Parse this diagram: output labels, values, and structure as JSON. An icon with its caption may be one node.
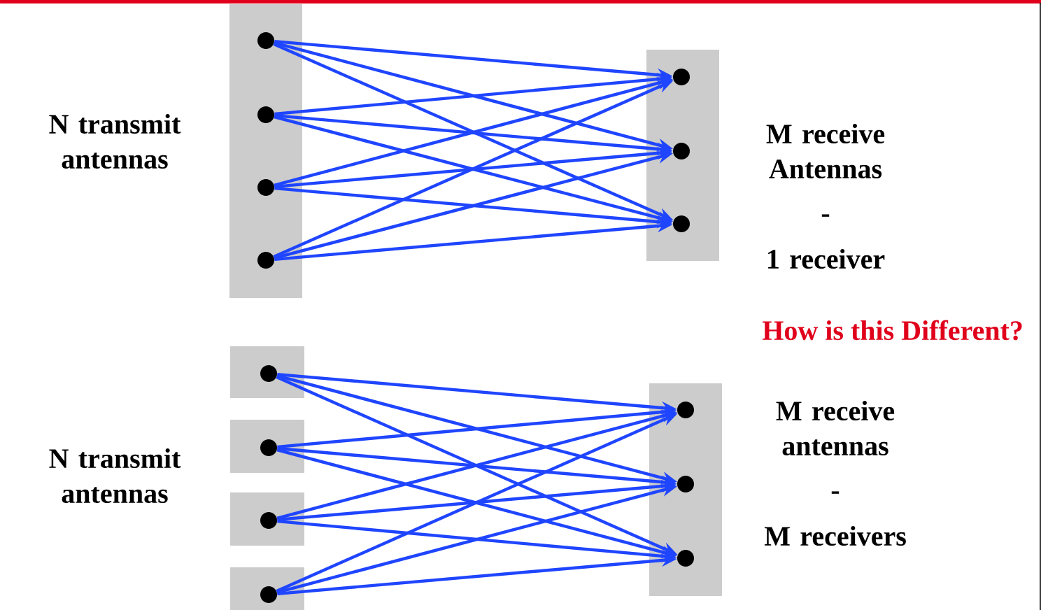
{
  "diagram": {
    "nodes": [
      {
        "text": [],
        "shape": "box",
        "beside": [
          "N transmit antennas"
        ]
      },
      {
        "text": [],
        "shape": "circle",
        "in": 0
      },
      {
        "text": [],
        "shape": "circle",
        "in": 0
      },
      {
        "text": [],
        "shape": "circle",
        "in": 0
      },
      {
        "text": [],
        "shape": "circle",
        "in": 0
      },
      {
        "text": [],
        "shape": "box",
        "beside": [
          "M receive Antennas",
          "-",
          "1 receiver"
        ]
      },
      {
        "text": [],
        "shape": "circle",
        "in": 5
      },
      {
        "text": [],
        "shape": "circle",
        "in": 5
      },
      {
        "text": [],
        "shape": "circle",
        "in": 5
      },
      {
        "text": [],
        "shape": "box"
      },
      {
        "text": [],
        "shape": "circle",
        "in": 9
      },
      {
        "text": [],
        "shape": "box"
      },
      {
        "text": [],
        "shape": "circle",
        "in": 11
      },
      {
        "text": [],
        "shape": "box"
      },
      {
        "text": [],
        "shape": "circle",
        "in": 13
      },
      {
        "text": [],
        "shape": "box"
      },
      {
        "text": [],
        "shape": "circle",
        "in": 15
      },
      {
        "text": [],
        "shape": "box",
        "beside": [
          "M receive antennas",
          "-",
          "M receivers"
        ]
      },
      {
        "text": [],
        "shape": "circle",
        "in": 17
      },
      {
        "text": [],
        "shape": "circle",
        "in": 17
      },
      {
        "text": [],
        "shape": "circle",
        "in": 17
      }
    ],
    "edges": [
      {
        "from": 1,
        "to": 6,
        "arrow": "to"
      },
      {
        "from": 1,
        "to": 7,
        "arrow": "to"
      },
      {
        "from": 1,
        "to": 8,
        "arrow": "to"
      },
      {
        "from": 2,
        "to": 6,
        "arrow": "to"
      },
      {
        "from": 2,
        "to": 7,
        "arrow": "to"
      },
      {
        "from": 2,
        "to": 8,
        "arrow": "to"
      },
      {
        "from": 3,
        "to": 6,
        "arrow": "to"
      },
      {
        "from": 3,
        "to": 7,
        "arrow": "to"
      },
      {
        "from": 3,
        "to": 8,
        "arrow": "to"
      },
      {
        "from": 4,
        "to": 6,
        "arrow": "to"
      },
      {
        "from": 4,
        "to": 7,
        "arrow": "to"
      },
      {
        "from": 4,
        "to": 8,
        "arrow": "to"
      },
      {
        "from": 10,
        "to": 18,
        "arrow": "to"
      },
      {
        "from": 10,
        "to": 19,
        "arrow": "to"
      },
      {
        "from": 10,
        "to": 20,
        "arrow": "to"
      },
      {
        "from": 12,
        "to": 18,
        "arrow": "to"
      },
      {
        "from": 12,
        "to": 19,
        "arrow": "to"
      },
      {
        "from": 12,
        "to": 20,
        "arrow": "to"
      },
      {
        "from": 14,
        "to": 18,
        "arrow": "to"
      },
      {
        "from": 14,
        "to": 19,
        "arrow": "to"
      },
      {
        "from": 14,
        "to": 20,
        "arrow": "to"
      },
      {
        "from": 16,
        "to": 18,
        "arrow": "to"
      },
      {
        "from": 16,
        "to": 19,
        "arrow": "to"
      },
      {
        "from": 16,
        "to": 20,
        "arrow": "to"
      }
    ],
    "labels": [
      "How is this Different?",
      "N transmit antennas"
    ]
  }
}
